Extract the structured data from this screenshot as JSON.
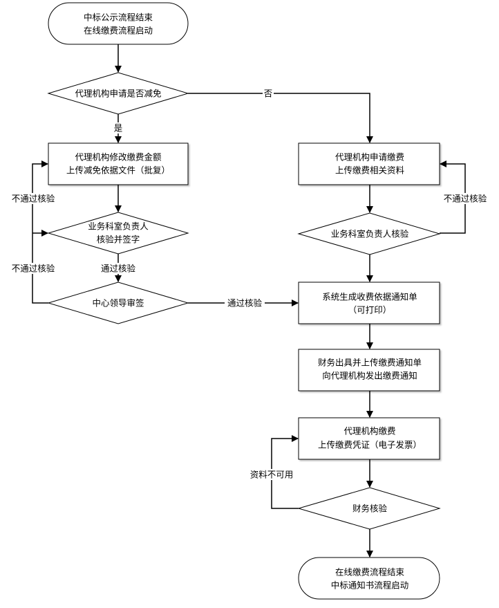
{
  "nodes": {
    "start": [
      "中标公示流程结束",
      "在线缴费流程启动"
    ],
    "decision_reduction": "代理机构申请是否减免",
    "modify_amount": [
      "代理机构修改缴费金额",
      "上传减免依据文件（批复）"
    ],
    "dept_sign": [
      "业务科室负责人",
      "核验并签字"
    ],
    "leader_sign": "中心领导审签",
    "apply_payment": [
      "代理机构申请缴费",
      "上传缴费相关资料"
    ],
    "dept_verify": "业务科室负责人核验",
    "generate_notice": [
      "系统生成收费依据通知单",
      "（可打印）"
    ],
    "finance_issue": [
      "财务出具并上传缴费通知单",
      "向代理机构发出缴费通知"
    ],
    "agency_pay": [
      "代理机构缴费",
      "上传缴费凭证（电子发票）"
    ],
    "finance_verify": "财务核验",
    "end": [
      "在线缴费流程结束",
      "中标通知书流程启动"
    ]
  },
  "edge_labels": {
    "yes": "是",
    "no": "否",
    "fail_1": "不通过核验",
    "fail_2": "不通过核验",
    "pass_1": "通过核验",
    "pass_2": "通过核验",
    "fail_right": "不通过核验",
    "unusable": "资料不可用"
  }
}
